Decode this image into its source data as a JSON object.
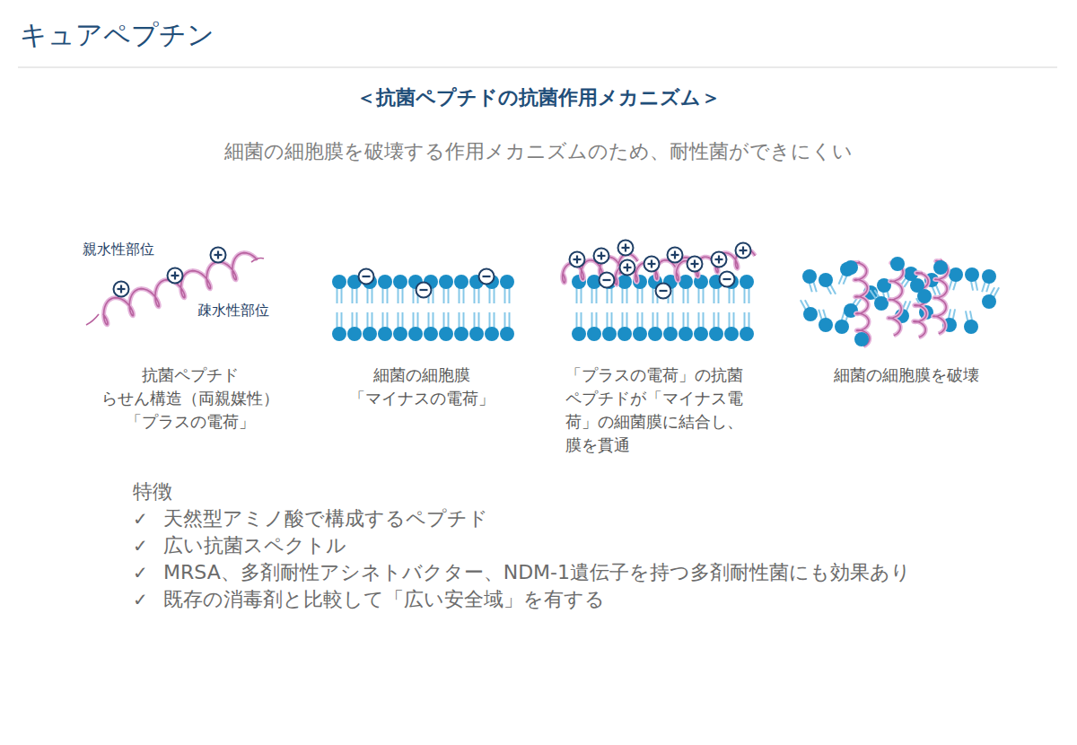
{
  "diagram": {
    "title": "キュアペプチン",
    "labels": [
      "＜抗菌ペプチドの抗菌作用メカニズム＞",
      "細菌の細胞膜を破壊する作用メカニズムのため、耐性菌ができにくい",
      "親水性部位",
      "疎水性部位",
      "抗菌ペプチド らせん構造（両親媒性） 「プラスの電荷」",
      "細菌の細胞膜 「マイナスの電荷」",
      "「プラスの電荷」の抗菌ペプチドが「マイナス電荷」の細菌膜に結合し、膜を貫通",
      "細菌の細胞膜を破壊",
      "特徴",
      "✓",
      "天然型アミノ酸で構成するペプチド",
      "✓",
      "広い抗菌スペクトル",
      "✓",
      "MRSA、多剤耐性アシネトバクター、NDM-1遺伝子を持つ多剤耐性菌にも効果あり",
      "✓",
      "既存の消毒剤と比較して「広い安全域」を有する"
    ]
  }
}
